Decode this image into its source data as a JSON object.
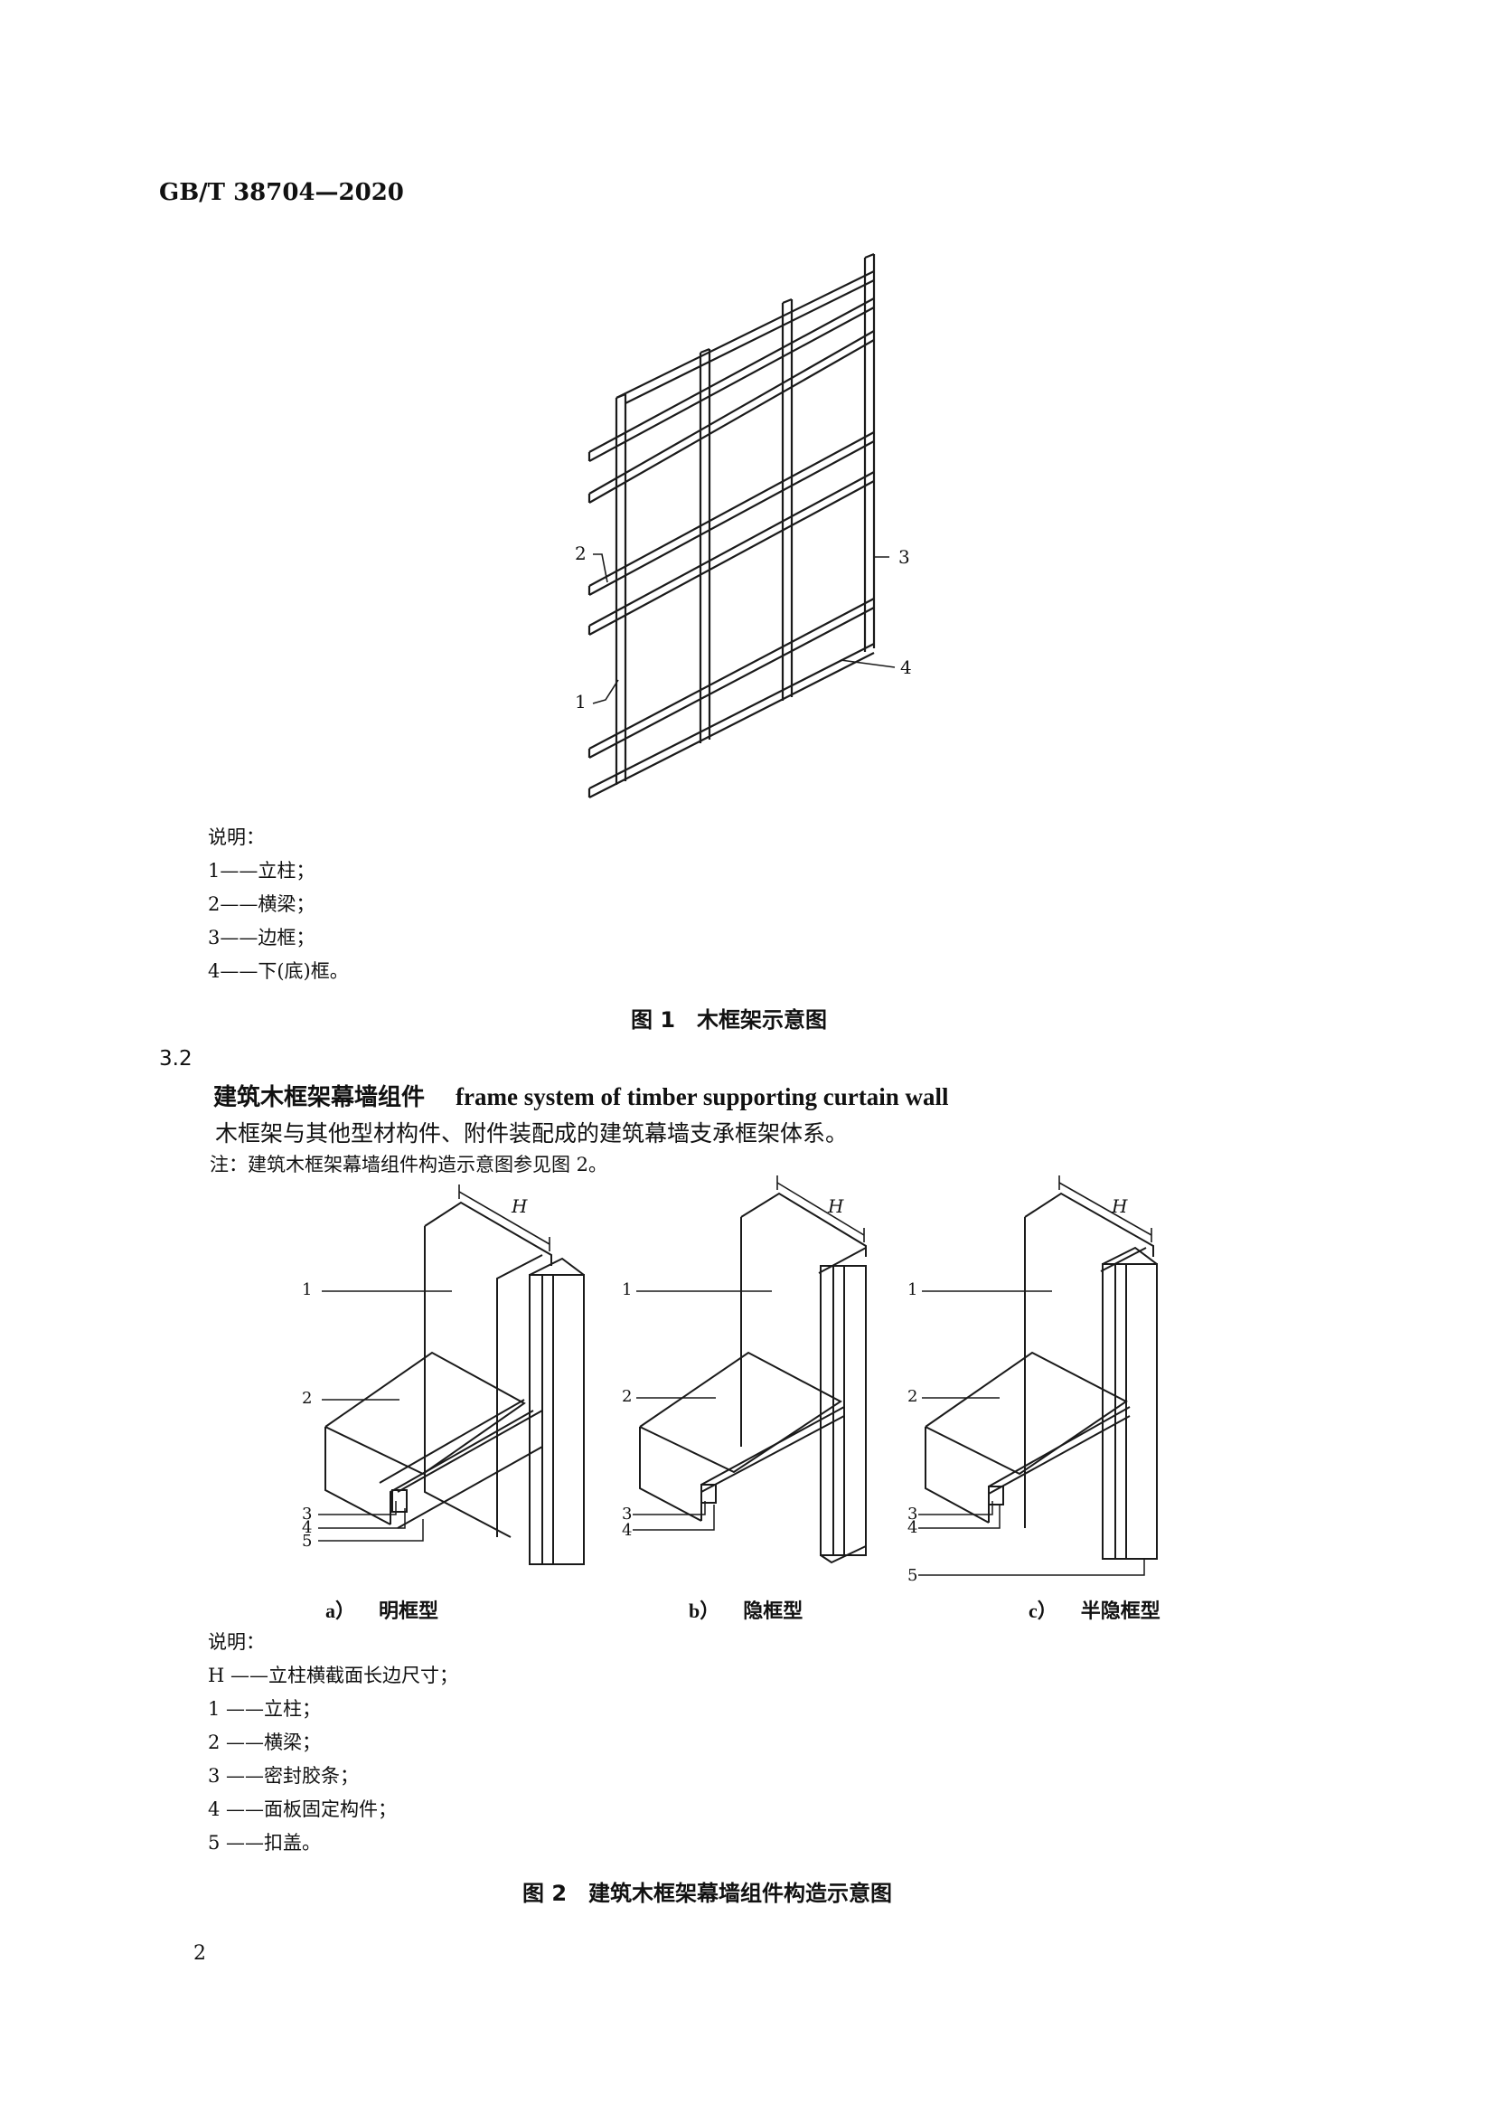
{
  "header": {
    "standard_code": "GB/T 38704—2020"
  },
  "figure1": {
    "labels": [
      "1",
      "2",
      "3",
      "4"
    ],
    "legend_title": "说明：",
    "legend": [
      "1——立柱；",
      "2——横梁；",
      "3——边框；",
      "4——下(底)框。"
    ],
    "caption": "图 1　木框架示意图"
  },
  "section": {
    "number": "3.2",
    "term_cn": "建筑木框架幕墙组件",
    "term_en": "frame system of timber supporting curtain wall",
    "definition": "木框架与其他型材构件、附件装配成的建筑幕墙支承框架体系。",
    "note": "注：建筑木框架幕墙组件构造示意图参见图 2。"
  },
  "figure2": {
    "dimension_label": "H",
    "callouts_a": [
      "1",
      "2",
      "3",
      "4",
      "5"
    ],
    "callouts_b": [
      "1",
      "2",
      "3",
      "4"
    ],
    "callouts_c": [
      "1",
      "2",
      "3",
      "4",
      "5"
    ],
    "subcaptions": [
      {
        "letter": "a）",
        "text": "明框型"
      },
      {
        "letter": "b）",
        "text": "隐框型"
      },
      {
        "letter": "c）",
        "text": "半隐框型"
      }
    ],
    "legend_title": "说明：",
    "legend": [
      "H ——立柱横截面长边尺寸；",
      "1 ——立柱；",
      "2 ——横梁；",
      "3 ——密封胶条；",
      "4 ——面板固定构件；",
      "5 ——扣盖。"
    ],
    "caption": "图 2　建筑木框架幕墙组件构造示意图"
  },
  "page_number": "2"
}
